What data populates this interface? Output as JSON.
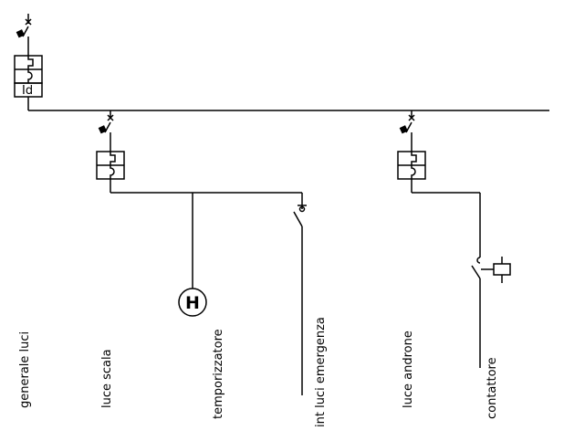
{
  "labels": {
    "generale": "generale luci",
    "scala": "luce scala",
    "temporizzatore": "temporizzatore",
    "emergenza": "int luci emergenza",
    "androne": "luce androne",
    "contattore": "contattore"
  },
  "symbols": {
    "differential": "Id",
    "timer": "H"
  }
}
